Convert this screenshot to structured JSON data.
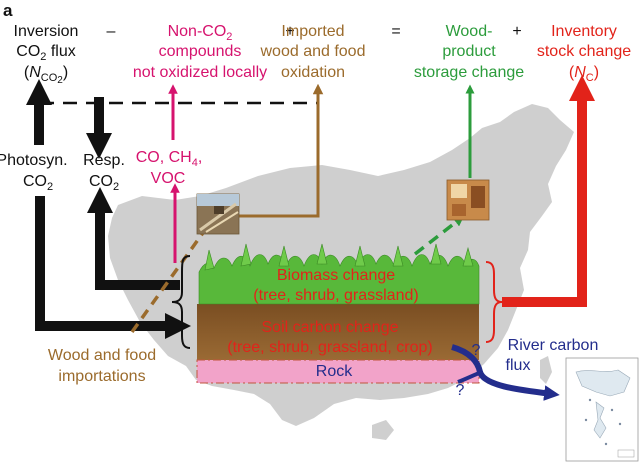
{
  "panel_label": "a",
  "colors": {
    "black": "#111111",
    "magenta": "#d6136e",
    "brown": "#9b6b2c",
    "green": "#2c9c3c",
    "red": "#e2231a",
    "blue": "#232d8c",
    "china_gray": "#cfcfcf",
    "rock_pink": "#f2a3c9",
    "soil_brown": "#8a5a2a",
    "plant_green": "#58b83a"
  },
  "equation": {
    "term1": {
      "line1": "Inversion",
      "line2_main": "CO",
      "line2_sub": "2",
      "line2_tail": " flux",
      "line3_open": "(",
      "line3_N": "N",
      "line3_sub": "CO",
      "line3_subsub": "2",
      "line3_close": ")"
    },
    "op1": "–",
    "term2": {
      "line1": "Non-CO",
      "line1_sub": "2",
      "line2": "compounds",
      "line3": "not oxidized locally"
    },
    "op2": "+",
    "term3": {
      "line1": "Imported",
      "line2": "wood and food",
      "line3": "oxidation"
    },
    "op3": "=",
    "term4": {
      "line1": "Wood-",
      "line2": "product",
      "line3": "storage change"
    },
    "op4": "+",
    "term5": {
      "line1": "Inventory",
      "line2": "stock change",
      "line3_open": "(",
      "line3_N": "N",
      "line3_sub": "C",
      "line3_close": ")"
    }
  },
  "labels": {
    "photosyn_line1": "Photosyn.",
    "photosyn_line2": "CO",
    "photosyn_sub": "2",
    "resp_line1": "Resp.",
    "resp_line2": "CO",
    "resp_sub": "2",
    "gases_line1_a": "CO, CH",
    "gases_line1_sub": "4",
    "gases_line1_b": ",",
    "gases_line2": "VOC",
    "biomass_line1": "Biomass change",
    "biomass_line2": "(tree, shrub, grassland)",
    "soil_line1": "Soil carbon change",
    "soil_line2": "(tree, shrub, grassland, crop)",
    "rock": "Rock",
    "wood_food_line1": "Wood and food",
    "wood_food_line2": "importations",
    "river_line1": "River carbon",
    "river_line2": "flux",
    "question_mark": "?"
  }
}
